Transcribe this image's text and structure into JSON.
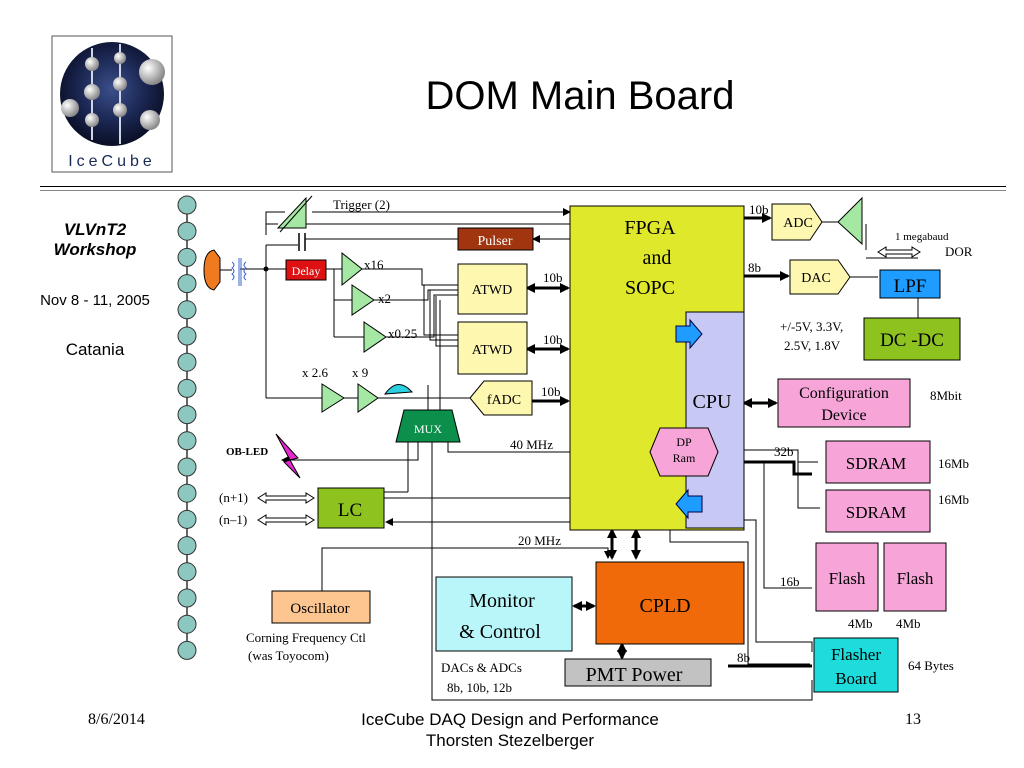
{
  "slide": {
    "title": "DOM Main Board",
    "logo_text": "IceCube",
    "workshop": [
      "VLVnT2",
      "Workshop"
    ],
    "dates": "Nov 8 - 11, 2005",
    "city": "Catania"
  },
  "footer": {
    "date": "8/6/2014",
    "title_line1": "IceCube DAQ Design and Performance",
    "title_line2": "Thorsten Stezelberger",
    "page": "13"
  },
  "blocks": {
    "fpga": [
      "FPGA",
      "and",
      "SOPC"
    ],
    "cpu": "CPU",
    "dp_ram": [
      "DP",
      "Ram"
    ],
    "adc": "ADC",
    "dac": "DAC",
    "lpf": "LPF",
    "dcdc": "DC -DC",
    "pulser": "Pulser",
    "delay": "Delay",
    "atwd1": "ATWD",
    "atwd2": "ATWD",
    "fadc": "fADC",
    "mux": "MUX",
    "lc": "LC",
    "config": [
      "Configuration",
      "Device"
    ],
    "sdram1": "SDRAM",
    "sdram2": "SDRAM",
    "flash1": "Flash",
    "flash2": "Flash",
    "cpld": "CPLD",
    "monitor": [
      "Monitor",
      "& Control"
    ],
    "pmt_power": "PMT Power",
    "flasher": [
      "Flasher",
      "Board"
    ],
    "oscillator": "Oscillator"
  },
  "labels": {
    "trigger": "Trigger (2)",
    "x16": "x16",
    "x2": "x2",
    "x025": "x0.25",
    "x26": "x 2.6",
    "x9": "x 9",
    "ob_led": "OB-LED",
    "n_plus": "(n+1)",
    "n_minus": "(n–1)",
    "b10_adc": "10b",
    "b8_dac": "8b",
    "baud": "1 megabaud",
    "dor": "DOR",
    "voltages": [
      "+/-5V, 3.3V,",
      "2.5V, 1.8V"
    ],
    "b10_atwd1": "10b",
    "b10_atwd2": "10b",
    "b10_fadc": "10b",
    "mhz40": "40 MHz",
    "mhz20": "20 MHz",
    "mbit8": "8Mbit",
    "b32": "32b",
    "mb16a": "16Mb",
    "mb16b": "16Mb",
    "b16": "16b",
    "mb4a": "4Mb",
    "mb4b": "4Mb",
    "b8_flasher": "8b",
    "bytes64": "64 Bytes",
    "osc_desc": [
      "Corning Frequency  Ctl",
      "(was Toyocom)"
    ],
    "dacs_adcs": [
      "DACs & ADCs",
      "8b, 10b, 12b"
    ]
  },
  "colors": {
    "fpga": "#dfe82a",
    "cpu": "#c8c8f5",
    "light_yellow": "#fdf7b0",
    "lpf": "#1e9cff",
    "dcdc": "#8dc21f",
    "pulser": "#a03510",
    "delay": "#dd1111",
    "pink": "#f7a5d9",
    "cpld": "#f06a0a",
    "monitor": "#b9f6f9",
    "flasher": "#1edcdc",
    "oscillator": "#fdc590",
    "gray": "#c2c2c2",
    "amp": "#a4e8a4",
    "chain": "#8cc8c0"
  }
}
